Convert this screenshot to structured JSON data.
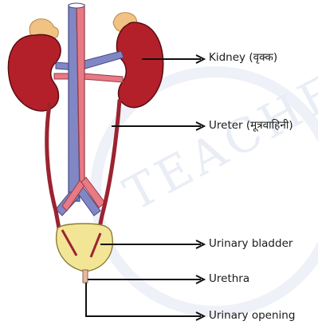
{
  "labels": {
    "kidney": "Kidney (वृक्क)",
    "ureter": "Ureter (मूत्रवाहिनी)",
    "bladder": "Urinary bladder",
    "urethra": "Urethra",
    "opening": "Urinary opening"
  },
  "colors": {
    "kidney": "#b3202a",
    "adrenal": "#f0c283",
    "vein": "#8087c4",
    "artery": "#e77a85",
    "ureter": "#9b2330",
    "bladder": "#f2e596",
    "outline": "#3a3a3a",
    "pointer": "#111111"
  },
  "watermark": {
    "text": "TEACHERS",
    "color": "#e9edf5"
  }
}
